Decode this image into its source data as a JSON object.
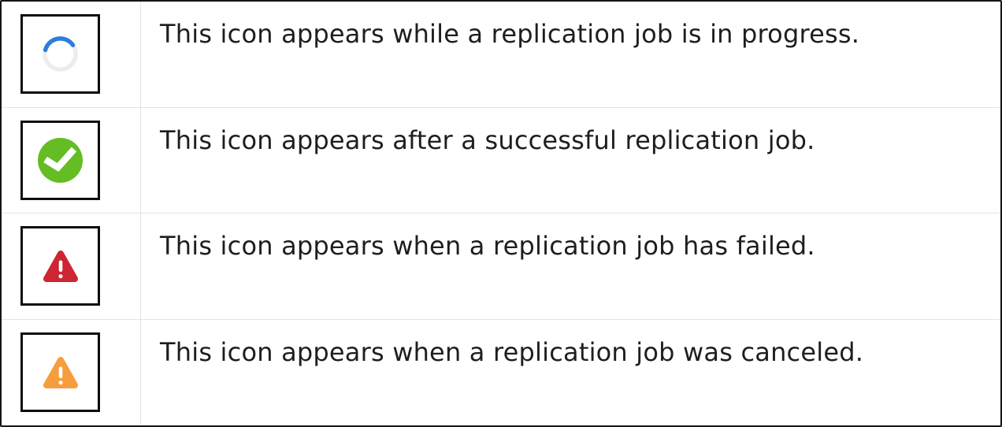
{
  "table": {
    "rows": [
      {
        "icon": "in-progress-spinner-icon",
        "status": "in progress",
        "description": "This icon appears while a replication job is in progress."
      },
      {
        "icon": "success-check-icon",
        "status": "successful",
        "description": "This icon appears after a successful replication job."
      },
      {
        "icon": "failed-warning-icon",
        "status": "failed",
        "description": "This icon appears when a replication job has failed."
      },
      {
        "icon": "canceled-warning-icon",
        "status": "canceled",
        "description": "This icon appears when a replication job was canceled."
      }
    ]
  },
  "colors": {
    "spinner_blue": "#2b7fd9",
    "spinner_track": "#ececec",
    "success_green": "#64bd22",
    "failed_red": "#cd2532",
    "canceled_orange": "#f89d3d",
    "frame_black": "#0d0d0d",
    "outer_border": "#141414",
    "divider_gray": "#e5e5e5",
    "text_color": "#1e1e1e"
  }
}
